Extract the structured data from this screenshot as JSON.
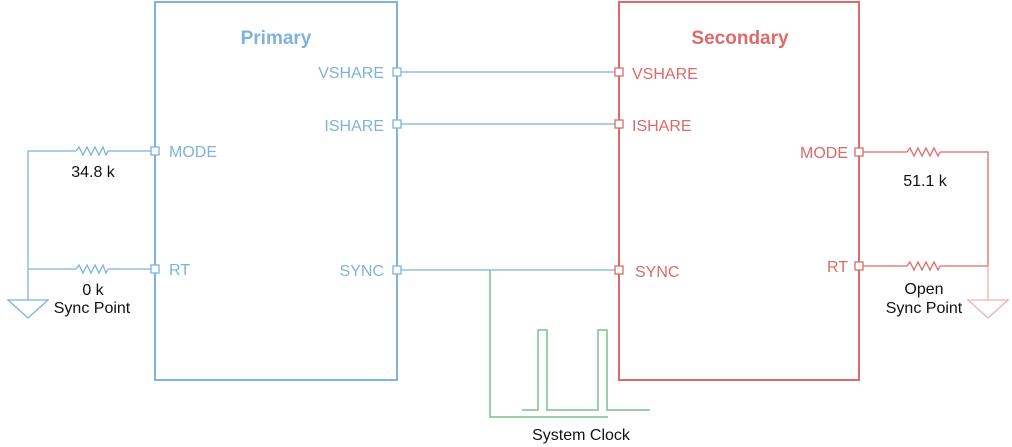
{
  "colors": {
    "primary": "#7fb2dc",
    "secondary": "#dd6a6a",
    "clock": "#7cc08e",
    "secondary_light": "#f0b0b0",
    "text": "#111111"
  },
  "primary": {
    "title": "Primary",
    "pins": {
      "vshare": "VSHARE",
      "ishare": "ISHARE",
      "mode": "MODE",
      "rt": "RT",
      "sync": "SYNC"
    },
    "mode_resistor": "34.8 k",
    "rt_resistor": "0 k",
    "ground_label": "Sync Point"
  },
  "secondary": {
    "title": "Secondary",
    "pins": {
      "vshare": "VSHARE",
      "ishare": "ISHARE",
      "mode": "MODE",
      "rt": "RT",
      "sync": "SYNC"
    },
    "mode_resistor": "51.1 k",
    "rt_resistor": "Open",
    "ground_label": "Sync Point"
  },
  "clock": {
    "label": "System Clock"
  },
  "icons": {
    "resistor": "resistor-icon",
    "ground": "ground-icon",
    "pin": "pin-square-icon"
  }
}
